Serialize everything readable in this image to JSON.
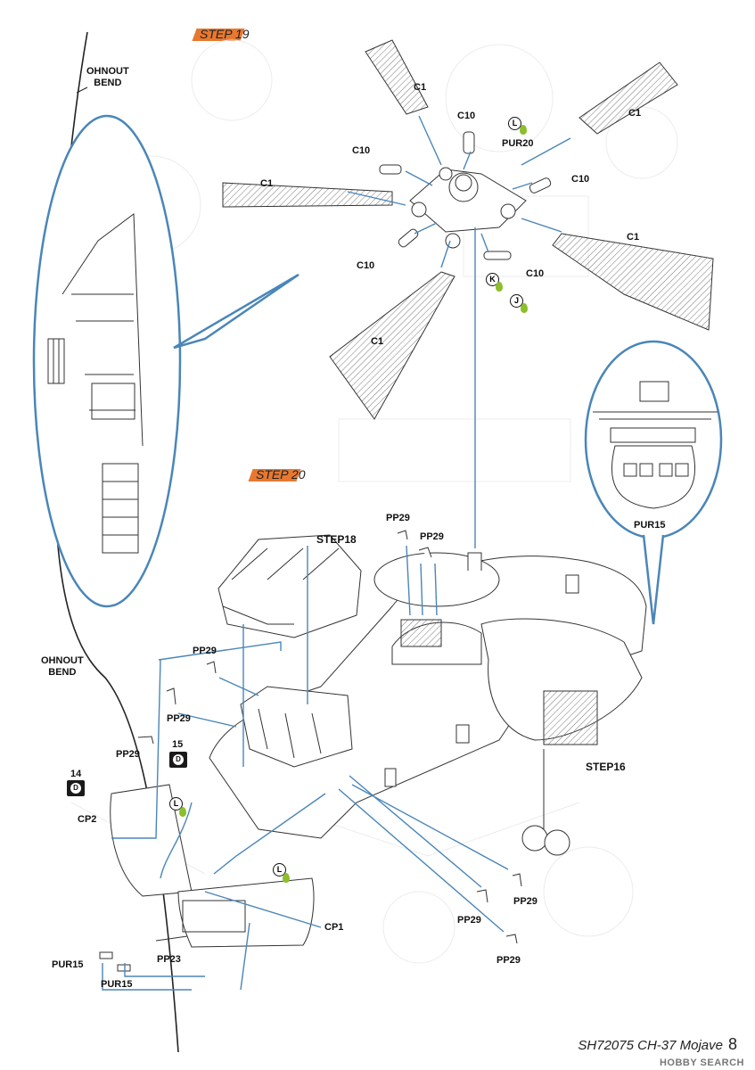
{
  "steps": {
    "step19": "STEP 19",
    "step20": "STEP 20"
  },
  "sub_steps": {
    "step18": "STEP18",
    "step16": "STEP16"
  },
  "bend_notes": {
    "top": [
      "OHNOUT",
      "BEND"
    ],
    "bottom": [
      "OHNOUT",
      "BEND"
    ]
  },
  "step19_parts": {
    "c1_top": "C1",
    "c1_right": "C1",
    "c1_left": "C1",
    "c1_right_lower": "C1",
    "c1_bottom": "C1",
    "c10_top": "C10",
    "c10_left": "C10",
    "c10_right": "C10",
    "c10_lower_left": "C10",
    "c10_lower_right": "C10",
    "pur20": "PUR20"
  },
  "paint_codes": {
    "l_top": "L",
    "k": "K",
    "j": "J",
    "l_cp2": "L",
    "l_cp1": "L"
  },
  "nose_inset": {
    "pur15": "PUR15"
  },
  "step20_parts": {
    "pp29_a": "PP29",
    "pp29_b": "PP29",
    "pp29_c": "PP29",
    "pp29_d": "PP29",
    "pp29_e": "PP29",
    "pp29_f": "PP29",
    "pp29_g": "PP29",
    "pp29_h": "PP29",
    "cp1": "CP1",
    "cp2": "CP2",
    "pp23": "PP23",
    "pur15_a": "PUR15",
    "pur15_b": "PUR15"
  },
  "decals": {
    "d14_num": "14",
    "d14_letter": "D",
    "d15_num": "15",
    "d15_letter": "D"
  },
  "footer": {
    "code": "SH72075 CH-37 Mojave",
    "page": "8"
  },
  "watermark": {
    "brand": "HOBBY SEARCH"
  },
  "colors": {
    "callout_line": "#4a86b8",
    "step_tag": "#e8782f",
    "paint_drop": "#8bbf2b",
    "line_art": "#333333"
  }
}
